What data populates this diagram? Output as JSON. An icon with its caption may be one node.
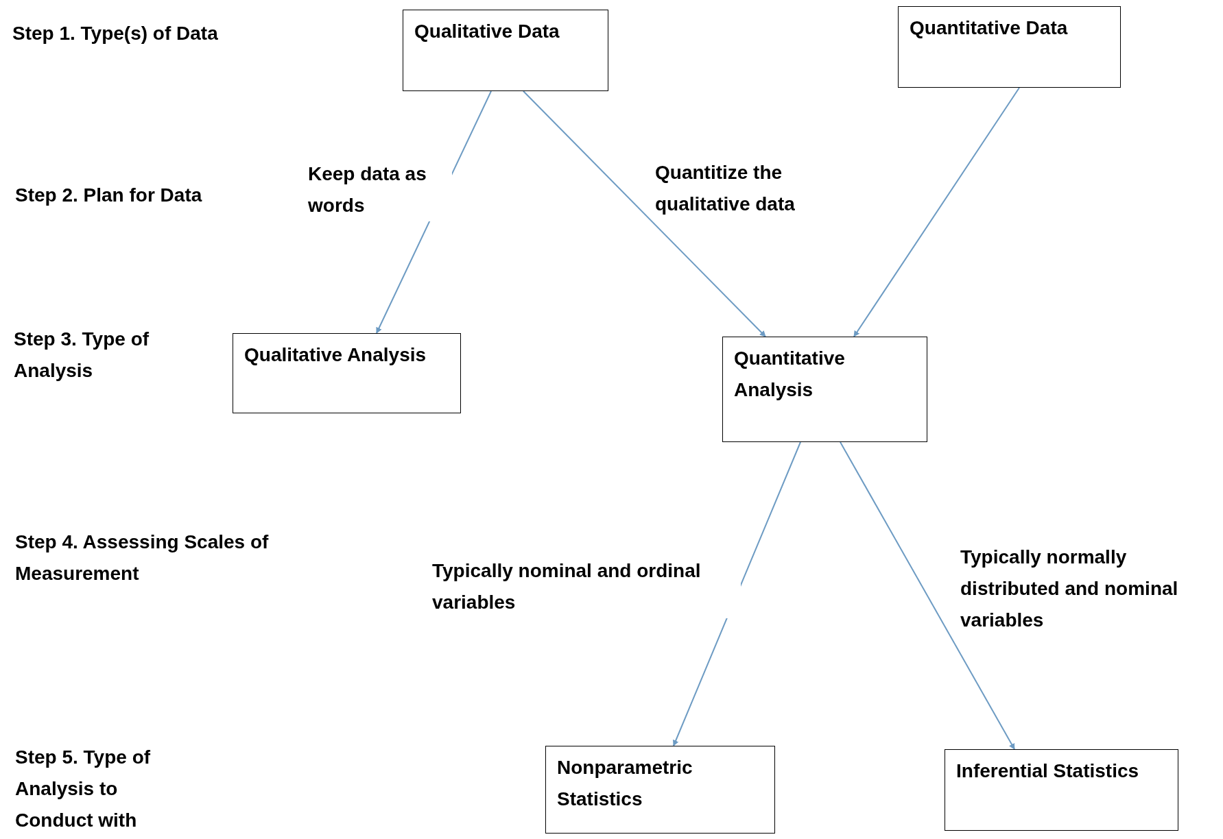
{
  "diagram": {
    "nodes": [
      {
        "text": [
          "Qualitative Data"
        ]
      },
      {
        "text": [
          "Quantitative Data"
        ]
      },
      {
        "text": [
          "Qualitative Analysis"
        ]
      },
      {
        "text": [
          "Quantitative Analysis"
        ]
      },
      {
        "text": [
          "Nonparametric Statistics"
        ]
      },
      {
        "text": [
          "Inferential Statistics"
        ]
      }
    ],
    "edges": [
      {
        "from": 0,
        "to": 2,
        "arrow": "to",
        "label": "Keep data as words"
      },
      {
        "from": 0,
        "to": 3,
        "arrow": "to",
        "label": "Quantitize the qualitative data"
      },
      {
        "from": 1,
        "to": 3,
        "arrow": "to"
      },
      {
        "from": 3,
        "to": 4,
        "arrow": "to",
        "label": "Typically nominal and ordinal variables"
      },
      {
        "from": 3,
        "to": 5,
        "arrow": "to",
        "label": "Typically normally distributed and nominal variables"
      }
    ],
    "labels": [
      "Step 1. Type(s) of Data",
      "Step 2. Plan for Data",
      "Step 3. Type of Analysis",
      "Step 4. Assessing Scales of Measurement",
      "Step 5. Type of Analysis to Conduct with"
    ]
  }
}
